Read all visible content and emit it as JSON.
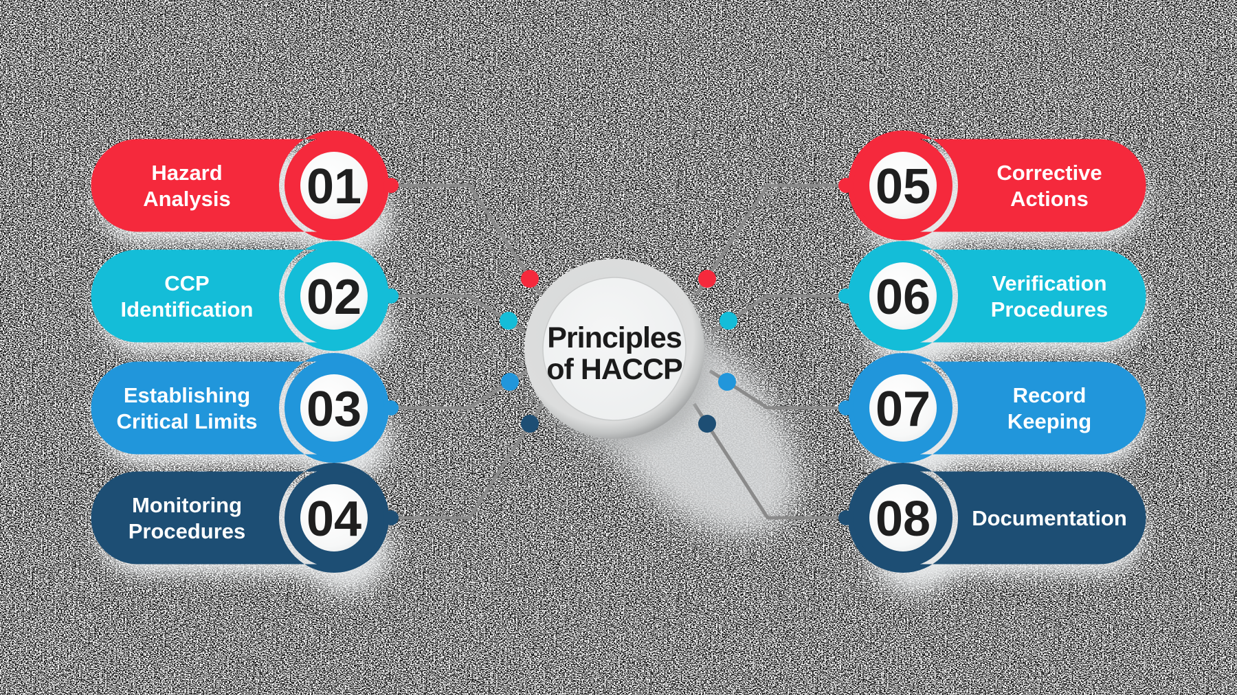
{
  "title": {
    "text": "Principles of HACCP",
    "line1": "Principles",
    "line2": "of HACCP"
  },
  "items": [
    {
      "number": "01",
      "label": "Hazard Analysis",
      "line1": "Hazard",
      "line2": "Analysis",
      "color": "#f5293c",
      "side": "left"
    },
    {
      "number": "02",
      "label": "CCP Identification",
      "line1": "CCP",
      "line2": "Identification",
      "color": "#14bdd8",
      "side": "left"
    },
    {
      "number": "03",
      "label": "Establishing Critical Limits",
      "line1": "Establishing",
      "line2": "Critical Limits",
      "color": "#2196db",
      "side": "left"
    },
    {
      "number": "04",
      "label": "Monitoring Procedures",
      "line1": "Monitoring",
      "line2": "Procedures",
      "color": "#1d4e74",
      "side": "left"
    },
    {
      "number": "05",
      "label": "Corrective Actions",
      "line1": "Corrective",
      "line2": "Actions",
      "color": "#f5293c",
      "side": "right"
    },
    {
      "number": "06",
      "label": "Verification Procedures",
      "line1": "Verification",
      "line2": "Procedures",
      "color": "#14bdd8",
      "side": "right"
    },
    {
      "number": "07",
      "label": "Record Keeping",
      "line1": "Record",
      "line2": "Keeping",
      "color": "#2196db",
      "side": "right"
    },
    {
      "number": "08",
      "label": "Documentation",
      "line1": "Documentation",
      "color": "#1d4e74",
      "side": "right"
    }
  ],
  "colors": {
    "connector": "#8a8a8a",
    "number_text": "#1f1f1f",
    "label_text": "#ffffff",
    "title_text": "#1b1b1b"
  }
}
